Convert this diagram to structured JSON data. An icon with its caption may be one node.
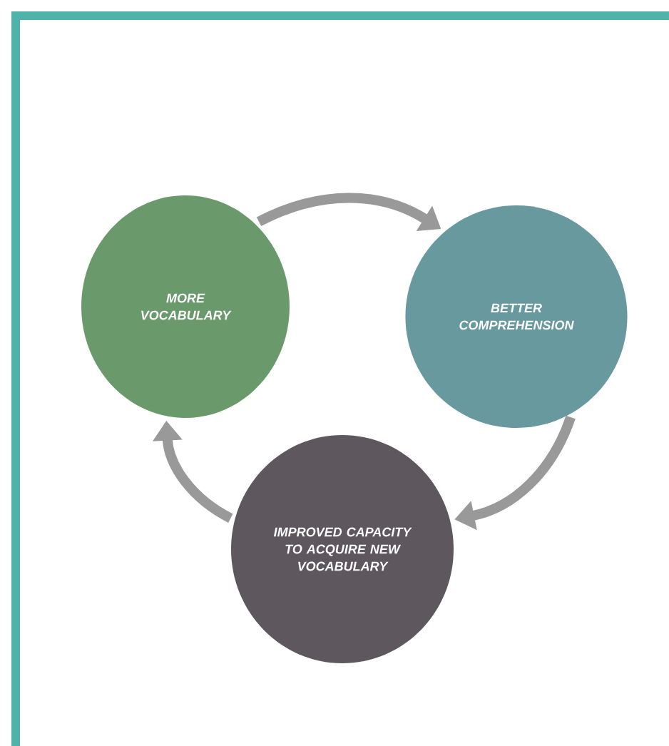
{
  "diagram": {
    "nodes": [
      {
        "text": [
          "MORE VOCABULARY"
        ]
      },
      {
        "text": [
          "BETTER COMPREHENSION"
        ]
      },
      {
        "text": [
          "IMPROVED CAPACITY TO ACQUIRE NEW VOCABULARY"
        ]
      }
    ],
    "edges": [
      {
        "from": 0,
        "to": 1,
        "arrow": "to"
      },
      {
        "from": 1,
        "to": 2,
        "arrow": "to"
      },
      {
        "from": 2,
        "to": 0,
        "arrow": "to"
      }
    ]
  }
}
